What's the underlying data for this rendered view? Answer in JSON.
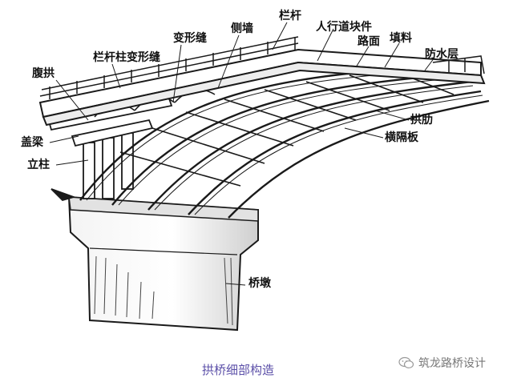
{
  "labels": {
    "fuqiong": "腹拱",
    "langanzhu_bianxingfeng": "栏杆柱变形缝",
    "bianxingfeng": "变形缝",
    "ceqiang": "侧墙",
    "langan": "栏杆",
    "renxingdao": "人行道块件",
    "lumian": "路面",
    "tianliao": "填料",
    "fangshuiceng": "防水层",
    "gongle": "拱肋",
    "hengeban": "横隔板",
    "gailiang": "盖梁",
    "lizhu": "立柱",
    "qiaodun": "桥墩"
  },
  "caption": "拱桥细部构造",
  "watermark": {
    "text": "筑龙路桥设计",
    "icon": "wechat-icon"
  },
  "colors": {
    "ink": "#1a1a1a",
    "caption": "#5b4fa8",
    "watermark": "#777777"
  }
}
